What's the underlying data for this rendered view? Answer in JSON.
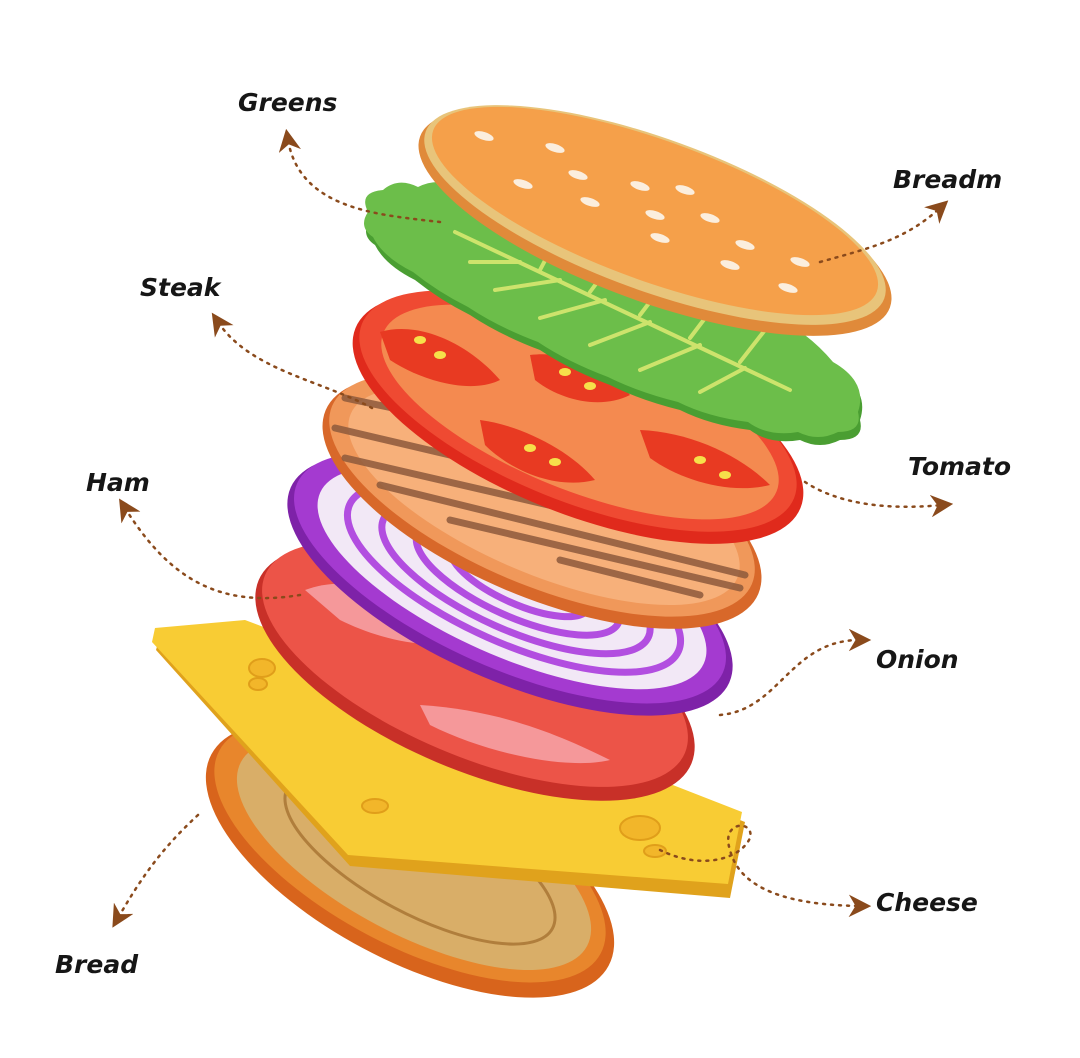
{
  "labels": {
    "greens": "Greens",
    "breadm": "Breadm",
    "steak": "Steak",
    "tomato": "Tomato",
    "ham": "Ham",
    "onion": "Onion",
    "cheese": "Cheese",
    "bread": "Bread"
  },
  "colors": {
    "arrow": "#8a4a1c",
    "bun": "#f5a04a",
    "lettuce": "#6cbe4a",
    "tomato": "#ef4a32",
    "steak": "#f0985a",
    "onion": "#a43ad0",
    "ham": "#ec5448",
    "cheese": "#f8cc34",
    "bread": "#d8a860"
  }
}
